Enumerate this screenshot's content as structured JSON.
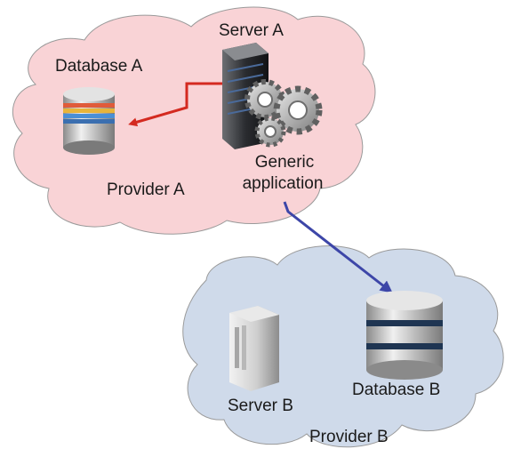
{
  "colors": {
    "cloud_a_fill": "#f9d3d6",
    "cloud_b_fill": "#cfdaea",
    "arrow_red": "#d42a20",
    "arrow_blue": "#3d46a8"
  },
  "clouds": {
    "provider_a": {
      "label": "Provider A",
      "nodes": {
        "server": {
          "label": "Server A",
          "icon": "server-rack-gears-icon"
        },
        "database": {
          "label": "Database A",
          "icon": "database-cylinder-icon"
        },
        "application": {
          "label_line1": "Generic",
          "label_line2": "application"
        }
      }
    },
    "provider_b": {
      "label": "Provider B",
      "nodes": {
        "server": {
          "label": "Server B",
          "icon": "server-tower-icon"
        },
        "database": {
          "label": "Database B",
          "icon": "database-cylinder-icon"
        }
      }
    }
  },
  "edges": [
    {
      "from": "Server A",
      "to": "Database A",
      "color": "red"
    },
    {
      "from": "Generic application",
      "to": "Database B",
      "color": "blue"
    }
  ]
}
